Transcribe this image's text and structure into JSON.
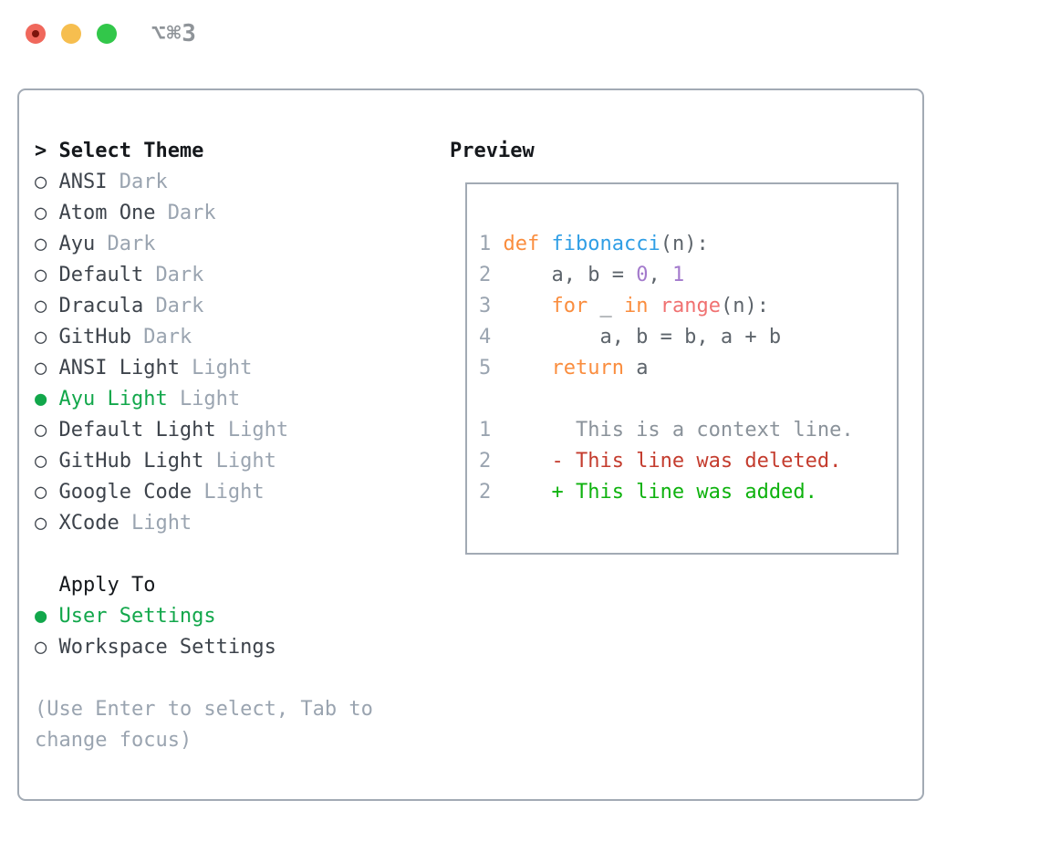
{
  "titlebar": {
    "title": "⌥⌘3",
    "buttons": [
      {
        "name": "close-button"
      },
      {
        "name": "minimize-button"
      },
      {
        "name": "zoom-button"
      }
    ]
  },
  "icons": {
    "radio_unselected": "○",
    "radio_selected": "●",
    "header_pointer": ">"
  },
  "left_panel": {
    "header": {
      "prefix": ">",
      "label": "Select Theme"
    },
    "themes": [
      {
        "name": "ANSI",
        "variant": "Dark",
        "selected": false
      },
      {
        "name": "Atom One",
        "variant": "Dark",
        "selected": false
      },
      {
        "name": "Ayu",
        "variant": "Dark",
        "selected": false
      },
      {
        "name": "Default",
        "variant": "Dark",
        "selected": false
      },
      {
        "name": "Dracula",
        "variant": "Dark",
        "selected": false
      },
      {
        "name": "GitHub",
        "variant": "Dark",
        "selected": false
      },
      {
        "name": "ANSI Light",
        "variant": "Light",
        "selected": false
      },
      {
        "name": "Ayu Light",
        "variant": "Light",
        "selected": true
      },
      {
        "name": "Default Light",
        "variant": "Light",
        "selected": false
      },
      {
        "name": "GitHub Light",
        "variant": "Light",
        "selected": false
      },
      {
        "name": "Google Code",
        "variant": "Light",
        "selected": false
      },
      {
        "name": "XCode",
        "variant": "Light",
        "selected": false
      }
    ],
    "apply_to": {
      "header": "Apply To",
      "options": [
        {
          "name": "User Settings",
          "selected": true
        },
        {
          "name": "Workspace Settings",
          "selected": false
        }
      ]
    },
    "help_lines": [
      "(Use Enter to select, Tab to",
      "change focus)"
    ]
  },
  "preview": {
    "header": "Preview",
    "lines": [
      {
        "num": "1",
        "tokens": [
          {
            "t": "def",
            "c": "kw"
          },
          {
            "t": " ",
            "c": "fg"
          },
          {
            "t": "fibonacci",
            "c": "fn"
          },
          {
            "t": "(n):",
            "c": "fg"
          }
        ]
      },
      {
        "num": "2",
        "tokens": [
          {
            "t": "    a, b = ",
            "c": "fg"
          },
          {
            "t": "0",
            "c": "num"
          },
          {
            "t": ", ",
            "c": "fg"
          },
          {
            "t": "1",
            "c": "num"
          }
        ]
      },
      {
        "num": "3",
        "tokens": [
          {
            "t": "    ",
            "c": "fg"
          },
          {
            "t": "for",
            "c": "kw"
          },
          {
            "t": " _ ",
            "c": "fg"
          },
          {
            "t": "in",
            "c": "kw"
          },
          {
            "t": " ",
            "c": "fg"
          },
          {
            "t": "range",
            "c": "err"
          },
          {
            "t": "(n):",
            "c": "fg"
          }
        ]
      },
      {
        "num": "4",
        "tokens": [
          {
            "t": "        a, b = b, a + b",
            "c": "fg"
          }
        ]
      },
      {
        "num": "5",
        "tokens": [
          {
            "t": "    ",
            "c": "fg"
          },
          {
            "t": "return",
            "c": "kw"
          },
          {
            "t": " a",
            "c": "fg"
          }
        ]
      },
      {
        "num": "",
        "tokens": []
      },
      {
        "num": "1",
        "tokens": [
          {
            "t": "      This is a context line.",
            "c": "ctx"
          }
        ]
      },
      {
        "num": "2",
        "tokens": [
          {
            "t": "    - This line was deleted.",
            "c": "del"
          }
        ]
      },
      {
        "num": "2",
        "tokens": [
          {
            "t": "    + This line was added.",
            "c": "add"
          }
        ]
      }
    ]
  },
  "colors": {
    "accent_green": "#12a74b",
    "diff_added": "#0eb20e",
    "diff_removed": "#c43c2e",
    "diff_context": "#8a929a",
    "syntax_keyword": "#fa8d3e",
    "syntax_function": "#2f9ee5",
    "syntax_number": "#a37acc",
    "syntax_builtin_error": "#f07171",
    "syntax_foreground": "#5d646b",
    "line_number": "#9aa4b0",
    "muted_gray": "#9aa4b0",
    "item_text": "#3d434b",
    "header_text": "#15181c",
    "panel_border": "#a2aab4",
    "traffic_red": "#f0685c",
    "traffic_red_dot": "#7d150c",
    "traffic_yellow": "#f6be4f",
    "traffic_green": "#32c74a",
    "title_gray": "#8f9499"
  }
}
